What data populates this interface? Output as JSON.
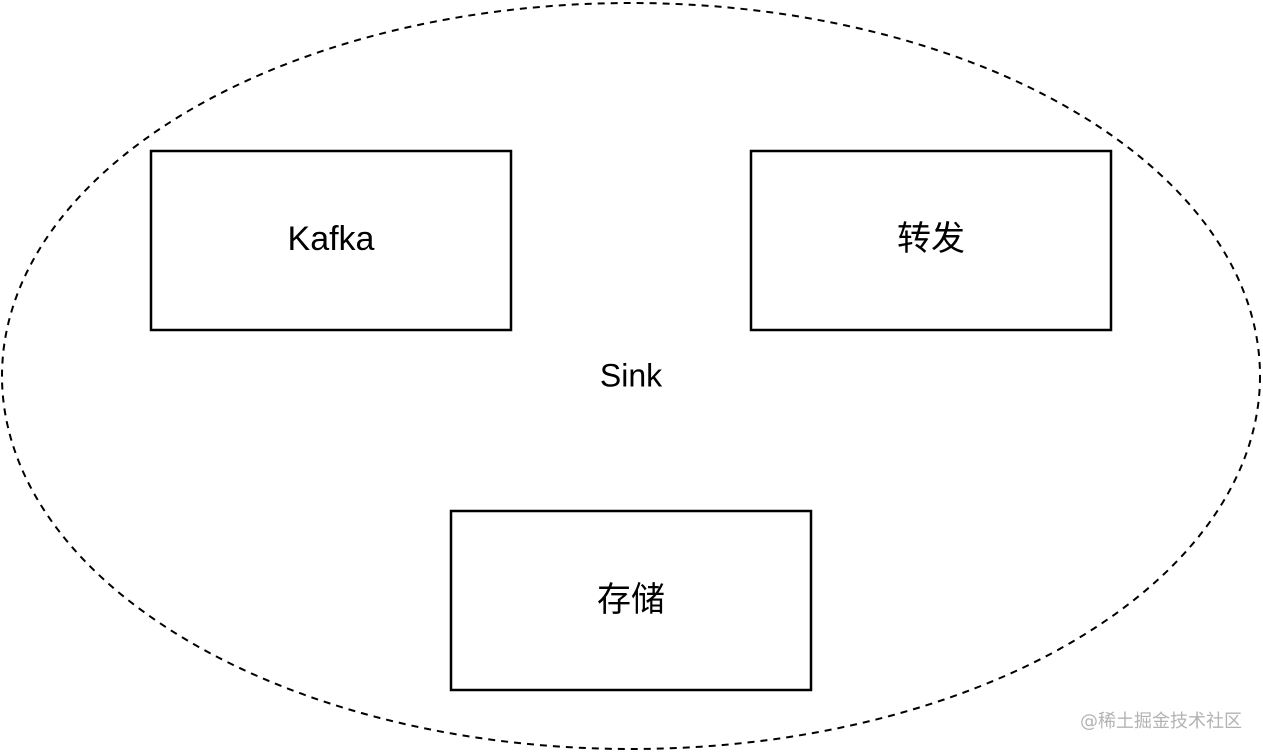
{
  "diagram": {
    "group": {
      "label": "Sink",
      "border_style": "dashed"
    },
    "nodes": [
      {
        "id": "kafka",
        "label": "Kafka"
      },
      {
        "id": "forward",
        "label": "转发"
      },
      {
        "id": "storage",
        "label": "存储"
      }
    ],
    "watermark": "@稀土掘金技术社区"
  },
  "colors": {
    "stroke": "#000000",
    "background": "#ffffff",
    "watermark": "#b3b3b3"
  }
}
